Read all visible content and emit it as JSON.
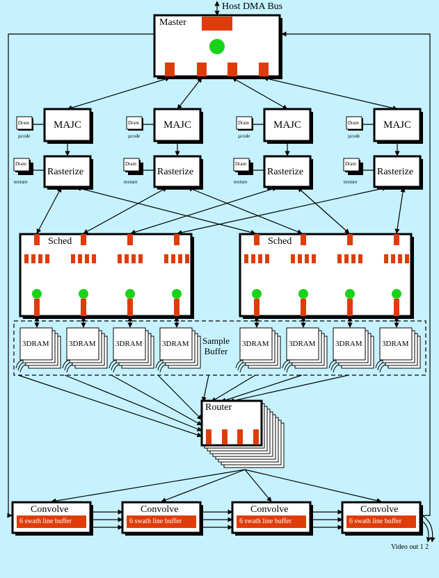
{
  "labels": {
    "host_bus": "Host DMA Bus",
    "master": "Master",
    "majc": "MAJC",
    "dram": "Dram",
    "ucode": "µcode",
    "texture": "texture",
    "rasterize": "Rasterize",
    "sched": "Sched",
    "dram3": "3DRAM",
    "sample_buffer_line1": "Sample",
    "sample_buffer_line2": "Buffer",
    "router": "Router",
    "convolve": "Convolve",
    "swath": "6 swath line buffer",
    "video_out": "Video out 1 2"
  },
  "colors": {
    "background": "#c6f2ff",
    "block_fill": "#ffffff",
    "accent_orange": "#e03c0a",
    "node_green": "#18d418",
    "line": "#000000"
  }
}
